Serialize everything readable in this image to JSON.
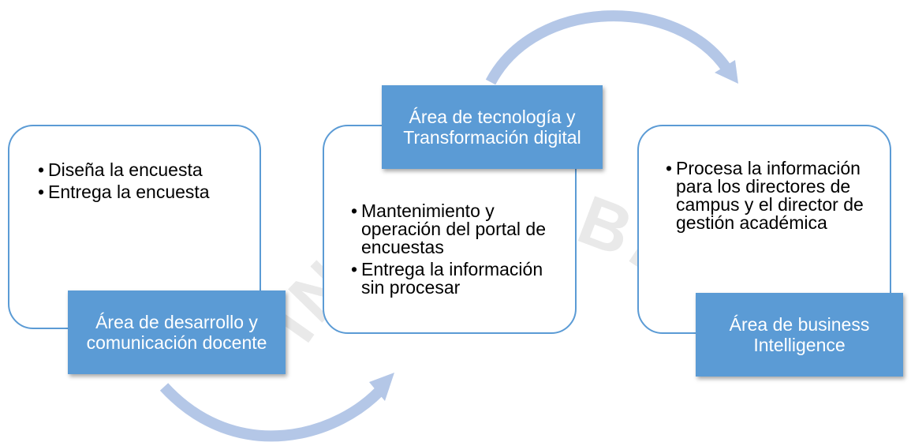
{
  "colors": {
    "accent": "#5b9bd5",
    "arrow": "#b4c7e7",
    "watermark": "#e9e9e9"
  },
  "watermark": {
    "text": "IN TENEBRIS"
  },
  "steps": [
    {
      "title": "Área de desarrollo y comunicación docente",
      "bullets": [
        "Diseña la encuesta",
        "Entrega la encuesta"
      ]
    },
    {
      "title": "Área de tecnología y Transformación digital",
      "bullets": [
        "Mantenimiento y operación del portal de encuestas",
        "Entrega la información sin procesar"
      ]
    },
    {
      "title": "Área de business Intelligence",
      "bullets": [
        "Procesa la información para los directores de campus y el director de gestión académica"
      ]
    }
  ]
}
